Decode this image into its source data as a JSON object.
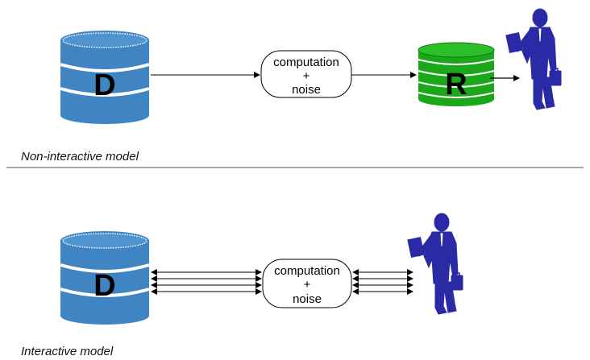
{
  "colors": {
    "database": "#3f85c4",
    "database_stripe": "#ffffff",
    "result_db": "#1aa81a",
    "person": "#2a2aa6",
    "line": "#000000"
  },
  "top": {
    "database_label": "D",
    "process": {
      "line1": "computation",
      "line2": "+",
      "line3": "noise"
    },
    "result_label": "R",
    "caption": "Non-interactive model"
  },
  "bottom": {
    "database_label": "D",
    "process": {
      "line1": "computation",
      "line2": "+",
      "line3": "noise"
    },
    "caption": "Interactive model"
  },
  "icons": [
    "database-icon",
    "result-database-icon",
    "analyst-person-icon"
  ]
}
